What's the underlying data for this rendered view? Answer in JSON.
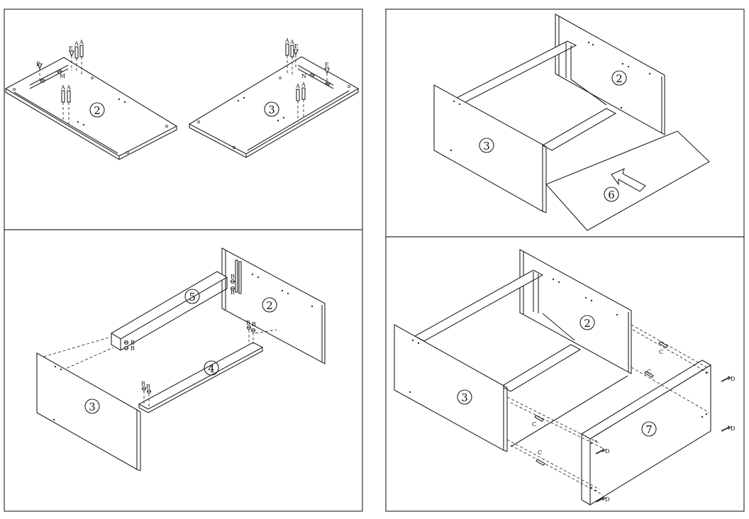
{
  "panels": [
    {
      "id": "p1",
      "labels": {
        "panel_a": "2",
        "panel_b": "3"
      },
      "hardware": {
        "a": "A",
        "e": "E",
        "m": "M",
        "n": "N"
      }
    },
    {
      "id": "p2",
      "labels": {
        "side_left": "3",
        "side_right": "2",
        "bottom": "6"
      }
    },
    {
      "id": "p3",
      "labels": {
        "rail_top": "5",
        "rail_bottom": "4",
        "side_left": "3",
        "side_right": "2"
      },
      "hardware": {
        "b": "B"
      }
    },
    {
      "id": "p4",
      "labels": {
        "side_left": "3",
        "side_right": "2",
        "front": "7"
      },
      "hardware": {
        "c": "C",
        "d": "D"
      }
    }
  ]
}
